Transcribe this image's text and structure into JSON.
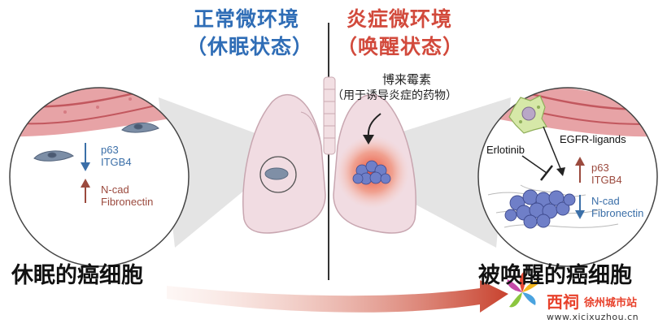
{
  "titles": {
    "normal_line1": "正常微环境",
    "normal_line2": "（休眠状态）",
    "inflamed_line1": "炎症微环境",
    "inflamed_line2": "（唤醒状态）"
  },
  "left_panel": {
    "up_markers": [
      "p63",
      "ITGB4"
    ],
    "down_markers": [
      "N-cad",
      "Fibronectin"
    ],
    "caption": "休眠的癌细胞"
  },
  "center": {
    "drug_name": "博来霉素",
    "drug_note": "（用于诱导炎症的药物）"
  },
  "right_panel": {
    "inhibitor": "Erlotinib",
    "ligands": "EGFR-ligands",
    "up_markers": [
      "p63",
      "ITGB4"
    ],
    "down_markers": [
      "N-cad",
      "Fibronectin"
    ],
    "caption": "被唤醒的癌细胞"
  },
  "watermark": {
    "brand": "西祠",
    "site": "徐州城市站",
    "url": "www.xicixuzhou.cn"
  },
  "colors": {
    "normal_blue": "#2f6db6",
    "inflamed_red": "#d24a3c",
    "vessel_pink": "#e7a3a6",
    "cancer_cell_blue": "#6f7fc8",
    "inflammation_red": "#e8412b"
  }
}
